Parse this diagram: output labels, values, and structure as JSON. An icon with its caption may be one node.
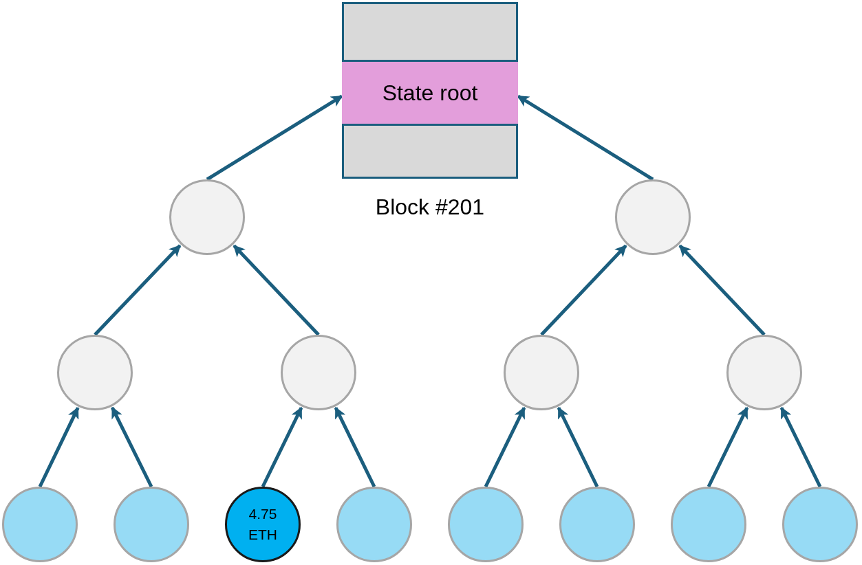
{
  "diagram": {
    "nodes": [
      {
        "text": [],
        "shape": "box",
        "beside": [
          "Block #201"
        ]
      },
      {
        "text": [
          "State root"
        ],
        "in": 0
      },
      {
        "text": [],
        "shape": "circle"
      },
      {
        "text": [],
        "shape": "circle"
      },
      {
        "text": [],
        "shape": "circle"
      },
      {
        "text": [],
        "shape": "circle"
      },
      {
        "text": [],
        "shape": "circle"
      },
      {
        "text": [],
        "shape": "circle"
      },
      {
        "text": [],
        "shape": "circle"
      },
      {
        "text": [],
        "shape": "circle"
      },
      {
        "text": [
          "4.75 ETH"
        ]
      },
      {
        "text": [],
        "shape": "circle"
      },
      {
        "text": [],
        "shape": "circle"
      },
      {
        "text": [],
        "shape": "circle"
      },
      {
        "text": [],
        "shape": "circle"
      },
      {
        "text": [],
        "shape": "circle"
      }
    ],
    "edges": [
      {
        "from": 2,
        "to": 1,
        "arrow": "to"
      },
      {
        "from": 3,
        "to": 1,
        "arrow": "to"
      },
      {
        "from": 4,
        "to": 2,
        "arrow": "to"
      },
      {
        "from": 5,
        "to": 2,
        "arrow": "to"
      },
      {
        "from": 6,
        "to": 3,
        "arrow": "to"
      },
      {
        "from": 7,
        "to": 3,
        "arrow": "to"
      },
      {
        "from": 8,
        "to": 4,
        "arrow": "to"
      },
      {
        "from": 9,
        "to": 4,
        "arrow": "to"
      },
      {
        "from": 10,
        "to": 5,
        "arrow": "to"
      },
      {
        "from": 11,
        "to": 5,
        "arrow": "to"
      },
      {
        "from": 12,
        "to": 6,
        "arrow": "to"
      },
      {
        "from": 13,
        "to": 6,
        "arrow": "to"
      },
      {
        "from": 14,
        "to": 7,
        "arrow": "to"
      },
      {
        "from": 15,
        "to": 7,
        "arrow": "to"
      }
    ]
  }
}
